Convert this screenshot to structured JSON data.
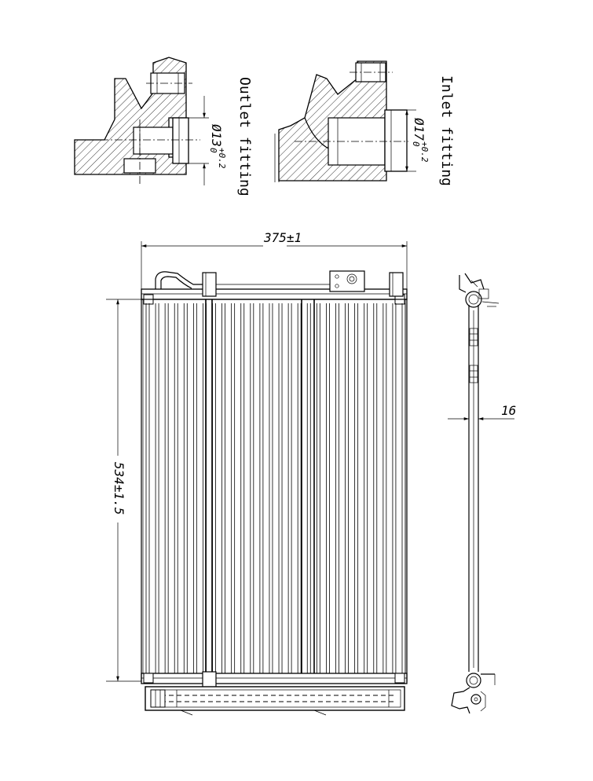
{
  "outlet": {
    "title": "Outlet fitting",
    "dia_label": "Ø13",
    "tol_upper": "+0.2",
    "tol_lower": "0"
  },
  "inlet": {
    "title": "Inlet fitting",
    "dia_label": "Ø17",
    "tol_upper": "+0.2",
    "tol_lower": "0"
  },
  "dimensions": {
    "width": "375±1",
    "height": "534±1.5",
    "thickness": "16"
  }
}
